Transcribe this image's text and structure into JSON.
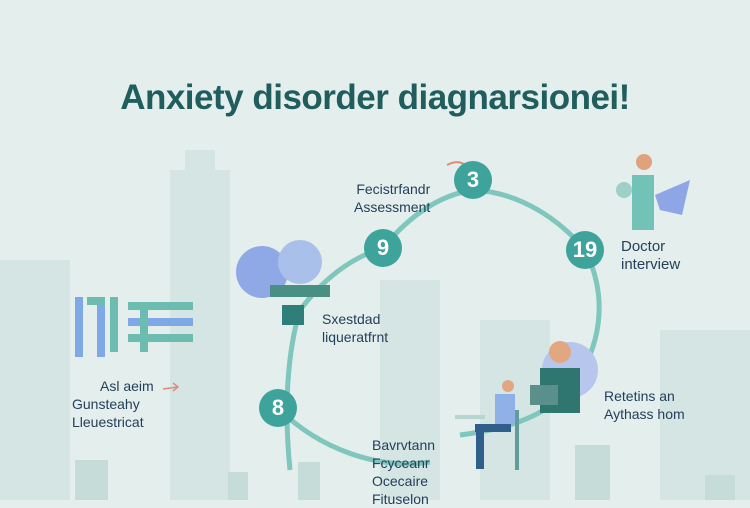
{
  "title": "Anxiety disorder diagnarsionei!",
  "steps": [
    {
      "number": "3",
      "label_lines": [
        "Fecistrfandr",
        "Assessment"
      ]
    },
    {
      "number": "9",
      "label_lines": [
        "Sxestdad",
        "liqueratfrnt"
      ]
    },
    {
      "number": "19",
      "label_lines": [
        "Doctor",
        "interview"
      ]
    },
    {
      "number": "8",
      "label_lines": [
        "Bavrvtann",
        "Fcyceanr",
        "Ocecaire",
        "Fituselon"
      ]
    },
    {
      "number": "",
      "label_lines": [
        "Retetins an",
        "Aythass hom"
      ]
    }
  ],
  "side_note": [
    "Asl aeim",
    "Gunsteahy",
    "Lleuestricat"
  ],
  "colors": {
    "accent": "#3ea39b",
    "title": "#1f5e5c",
    "background": "#e3eeed"
  }
}
